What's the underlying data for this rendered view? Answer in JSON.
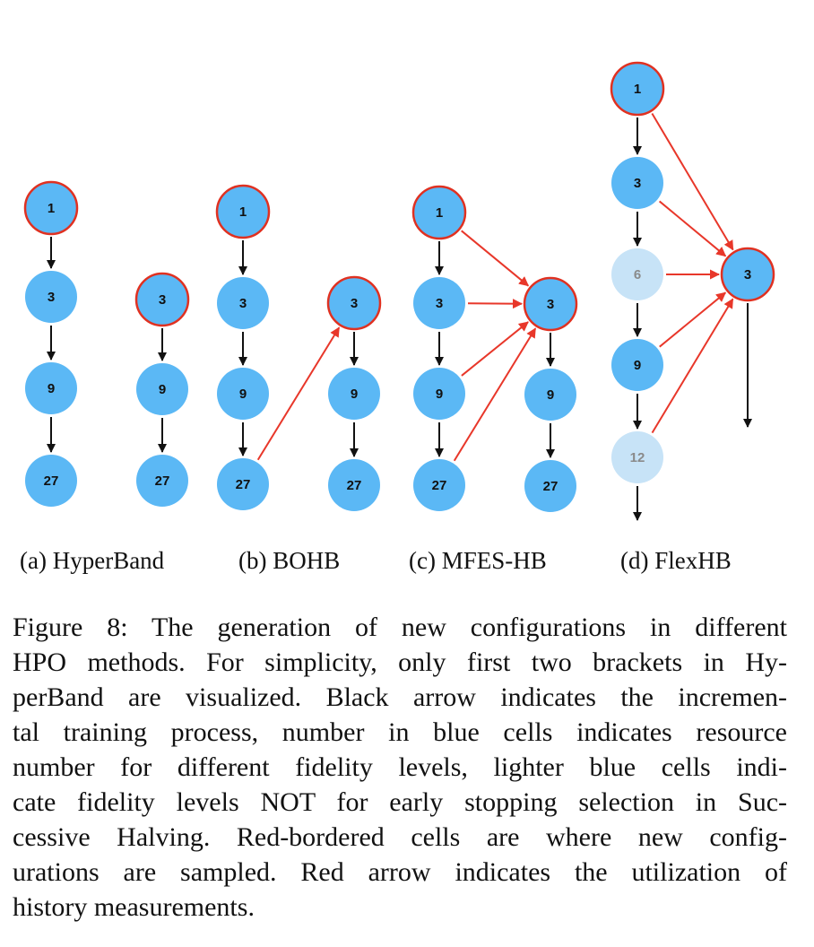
{
  "colors": {
    "node_fill": "#5BB8F5",
    "node_light_fill": "#C7E3F7",
    "sample_border": "#E03121",
    "black_arrow": "#111111",
    "red_arrow": "#E8372A"
  },
  "panels": [
    {
      "id": "a",
      "label": "(a) HyperBand"
    },
    {
      "id": "b",
      "label": "(b) BOHB"
    },
    {
      "id": "c",
      "label": "(c) MFES-HB"
    },
    {
      "id": "d",
      "label": "(d) FlexHB"
    }
  ],
  "nodes": [
    {
      "id": "a1_1",
      "text": "1",
      "sampled": true
    },
    {
      "id": "a1_3",
      "text": "3"
    },
    {
      "id": "a1_9",
      "text": "9"
    },
    {
      "id": "a1_27",
      "text": "27"
    },
    {
      "id": "a2_3",
      "text": "3",
      "sampled": true
    },
    {
      "id": "a2_9",
      "text": "9"
    },
    {
      "id": "a2_27",
      "text": "27"
    },
    {
      "id": "b1_1",
      "text": "1",
      "sampled": true
    },
    {
      "id": "b1_3",
      "text": "3"
    },
    {
      "id": "b1_9",
      "text": "9"
    },
    {
      "id": "b1_27",
      "text": "27"
    },
    {
      "id": "b2_3",
      "text": "3",
      "sampled": true
    },
    {
      "id": "b2_9",
      "text": "9"
    },
    {
      "id": "b2_27",
      "text": "27"
    },
    {
      "id": "c1_1",
      "text": "1",
      "sampled": true
    },
    {
      "id": "c1_3",
      "text": "3"
    },
    {
      "id": "c1_9",
      "text": "9"
    },
    {
      "id": "c1_27",
      "text": "27"
    },
    {
      "id": "c2_3",
      "text": "3",
      "sampled": true
    },
    {
      "id": "c2_9",
      "text": "9"
    },
    {
      "id": "c2_27",
      "text": "27"
    },
    {
      "id": "d1_1",
      "text": "1",
      "sampled": true
    },
    {
      "id": "d1_3",
      "text": "3"
    },
    {
      "id": "d1_6",
      "text": "6",
      "light": true
    },
    {
      "id": "d1_9",
      "text": "9"
    },
    {
      "id": "d1_12",
      "text": "12",
      "light": true
    },
    {
      "id": "d2_3",
      "text": "3",
      "sampled": true
    }
  ],
  "edges": [
    {
      "from": "a1_1",
      "to": "a1_3",
      "kind": "training"
    },
    {
      "from": "a1_3",
      "to": "a1_9",
      "kind": "training"
    },
    {
      "from": "a1_9",
      "to": "a1_27",
      "kind": "training"
    },
    {
      "from": "a2_3",
      "to": "a2_9",
      "kind": "training"
    },
    {
      "from": "a2_9",
      "to": "a2_27",
      "kind": "training"
    },
    {
      "from": "b1_1",
      "to": "b1_3",
      "kind": "training"
    },
    {
      "from": "b1_3",
      "to": "b1_9",
      "kind": "training"
    },
    {
      "from": "b1_9",
      "to": "b1_27",
      "kind": "training"
    },
    {
      "from": "b2_3",
      "to": "b2_9",
      "kind": "training"
    },
    {
      "from": "b2_9",
      "to": "b2_27",
      "kind": "training"
    },
    {
      "from": "b1_27",
      "to": "b2_3",
      "kind": "history"
    },
    {
      "from": "c1_1",
      "to": "c1_3",
      "kind": "training"
    },
    {
      "from": "c1_3",
      "to": "c1_9",
      "kind": "training"
    },
    {
      "from": "c1_9",
      "to": "c1_27",
      "kind": "training"
    },
    {
      "from": "c2_3",
      "to": "c2_9",
      "kind": "training"
    },
    {
      "from": "c2_9",
      "to": "c2_27",
      "kind": "training"
    },
    {
      "from": "c1_1",
      "to": "c2_3",
      "kind": "history"
    },
    {
      "from": "c1_3",
      "to": "c2_3",
      "kind": "history"
    },
    {
      "from": "c1_9",
      "to": "c2_3",
      "kind": "history"
    },
    {
      "from": "c1_27",
      "to": "c2_3",
      "kind": "history"
    },
    {
      "from": "d1_1",
      "to": "d1_3",
      "kind": "training"
    },
    {
      "from": "d1_3",
      "to": "d1_6",
      "kind": "training"
    },
    {
      "from": "d1_6",
      "to": "d1_9",
      "kind": "training"
    },
    {
      "from": "d1_9",
      "to": "d1_12",
      "kind": "training"
    },
    {
      "from": "d1_12",
      "to": null,
      "kind": "training",
      "continues": true
    },
    {
      "from": "d2_3",
      "to": null,
      "kind": "training",
      "continues": true
    },
    {
      "from": "d1_1",
      "to": "d2_3",
      "kind": "history"
    },
    {
      "from": "d1_3",
      "to": "d2_3",
      "kind": "history"
    },
    {
      "from": "d1_6",
      "to": "d2_3",
      "kind": "history"
    },
    {
      "from": "d1_9",
      "to": "d2_3",
      "kind": "history"
    },
    {
      "from": "d1_12",
      "to": "d2_3",
      "kind": "history"
    }
  ],
  "caption": {
    "lines": [
      "Figure 8: The generation of new configurations in different",
      "HPO methods. For simplicity, only first two brackets in Hy-",
      "perBand are visualized. Black arrow indicates the incremen-",
      "tal training process, number in blue cells indicates resource",
      "number for different fidelity levels, lighter blue cells indi-",
      "cate fidelity levels NOT for early stopping selection in Suc-",
      "cessive Halving. Red-bordered cells are where new config-",
      "urations are sampled. Red arrow indicates the utilization of",
      "history measurements."
    ]
  }
}
